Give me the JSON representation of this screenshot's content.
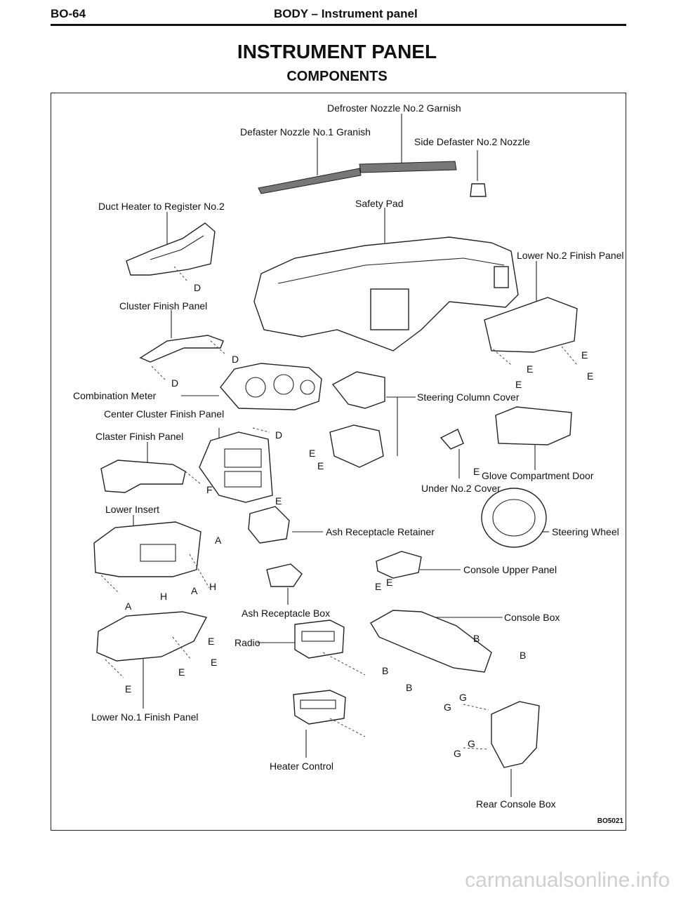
{
  "header": {
    "page_code": "BO-64",
    "section": "BODY – Instrument panel"
  },
  "title": "INSTRUMENT PANEL",
  "subtitle": "COMPONENTS",
  "parts": {
    "defroster_nozzle_no2_garnish": "Defroster Nozzle No.2 Garnish",
    "defaster_nozzle_no1_granish": "Defaster Nozzle No.1 Granish",
    "side_defaster_no2_nozzle": "Side Defaster No.2 Nozzle",
    "duct_heater_to_register_no2": "Duct Heater to Register No.2",
    "safety_pad": "Safety Pad",
    "lower_no2_finish_panel": "Lower No.2 Finish Panel",
    "cluster_finish_panel": "Cluster Finish Panel",
    "combination_meter": "Combination Meter",
    "steering_column_cover": "Steering Column Cover",
    "center_cluster_finish_panel": "Center Cluster Finish Panel",
    "claster_finish_panel": "Claster Finish Panel",
    "glove_compartment_door": "Glove Compartment Door",
    "under_no2_cover": "Under No.2 Cover",
    "lower_insert": "Lower Insert",
    "ash_receptacle_retainer": "Ash Receptacle Retainer",
    "steering_wheel": "Steering Wheel",
    "console_upper_panel": "Console Upper Panel",
    "ash_receptacle_box": "Ash Receptacle Box",
    "console_box": "Console Box",
    "radio": "Radio",
    "lower_no1_finish_panel": "Lower No.1 Finish Panel",
    "heater_control": "Heater Control",
    "rear_console_box": "Rear Console Box"
  },
  "fasteners": {
    "a": "A",
    "b": "B",
    "d": "D",
    "e": "E",
    "f": "F",
    "g": "G",
    "h": "H"
  },
  "figure_code": "BO5021",
  "watermark": "carmanualsonline.info"
}
